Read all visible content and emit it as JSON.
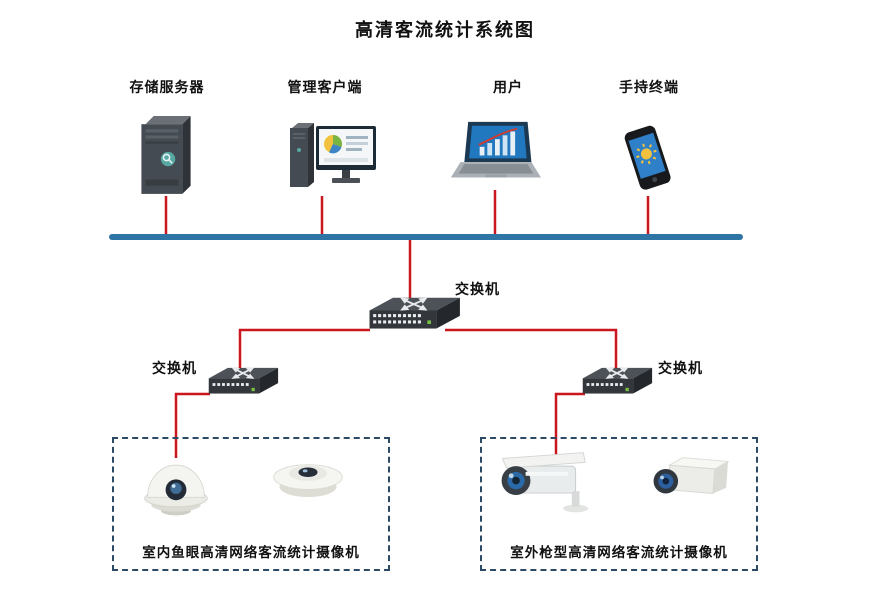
{
  "title": "高清客流统计系统图",
  "colors": {
    "bus": "#2e74a4",
    "link": "#c9171d",
    "box_border": "#2b4a66"
  },
  "top_devices": [
    {
      "id": "storage-server",
      "label": "存储服务器"
    },
    {
      "id": "management-client",
      "label": "管理客户端"
    },
    {
      "id": "user",
      "label": "用户"
    },
    {
      "id": "handheld-terminal",
      "label": "手持终端"
    }
  ],
  "switches": {
    "core": {
      "label": "交换机"
    },
    "left": {
      "label": "交换机"
    },
    "right": {
      "label": "交换机"
    }
  },
  "camera_groups": {
    "indoor": {
      "label": "室内鱼眼高清网络客流统计摄像机"
    },
    "outdoor": {
      "label": "室外枪型高清网络客流统计摄像机"
    }
  }
}
